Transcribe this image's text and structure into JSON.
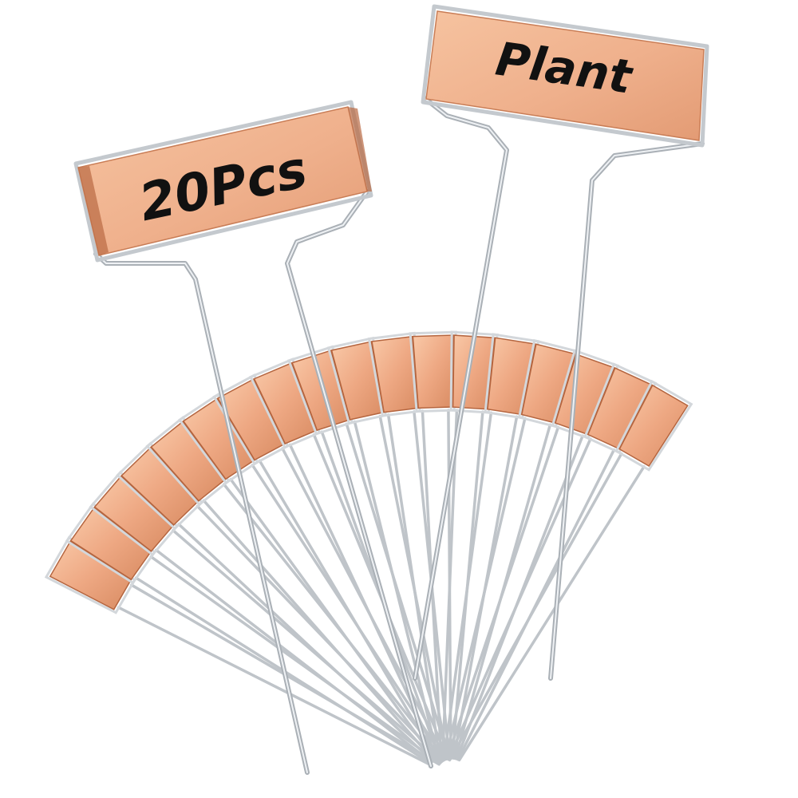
{
  "product": {
    "label_front_text": "20Pcs",
    "label_back_text": "Plant",
    "marker_count": 20
  },
  "colors": {
    "background": "#ffffff",
    "copper_light": "#f7c09c",
    "copper_mid": "#e9a27d",
    "copper_dark": "#b5653f",
    "wire": "#bfc4c9",
    "wire_highlight": "#eef1f4",
    "ink": "#111111"
  }
}
